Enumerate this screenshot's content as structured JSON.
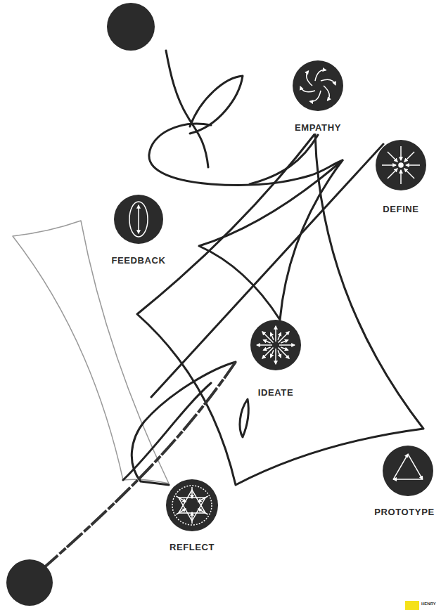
{
  "diagram": {
    "nodes": [
      {
        "text": [
          "EMPATHY"
        ]
      },
      {
        "text": [
          "DEFINE"
        ]
      },
      {
        "text": [
          "FEEDBACK"
        ]
      },
      {
        "text": [
          "IDEATE"
        ]
      },
      {
        "text": [
          "PROTOTYPE"
        ]
      },
      {
        "text": [
          "REFLECT"
        ]
      }
    ],
    "labels": [
      "HENRY"
    ]
  }
}
